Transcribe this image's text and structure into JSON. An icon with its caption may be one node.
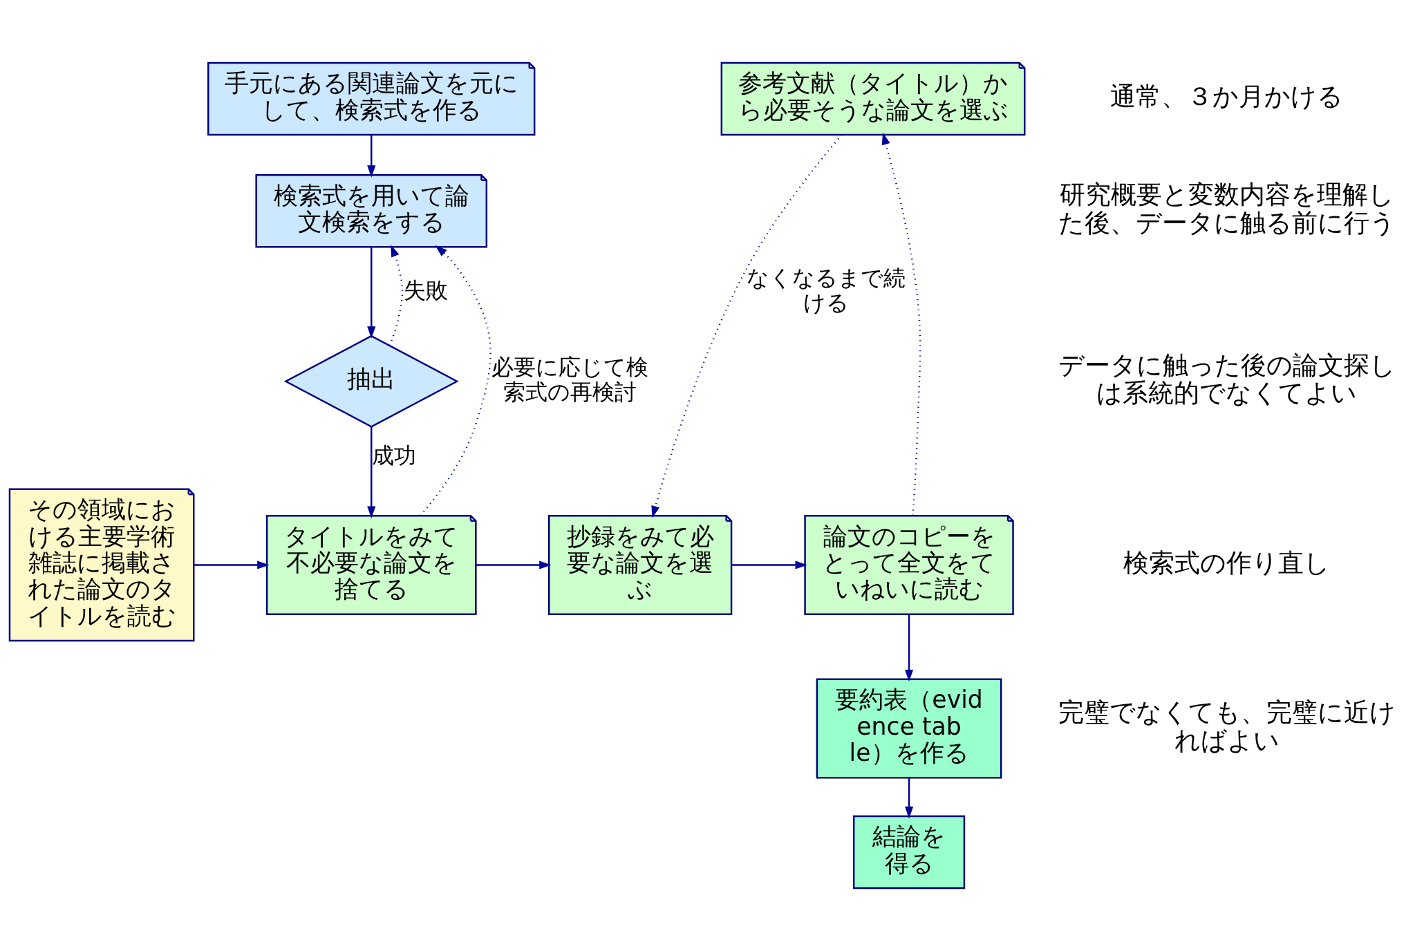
{
  "diagram": {
    "nodes": [
      {
        "text": [
          "手元にある関連論文を元にして、検索式を作る"
        ]
      },
      {
        "text": [
          "検索式を用いて論文検索をする"
        ]
      },
      {
        "text": [
          "抽出"
        ]
      },
      {
        "text": [
          "その領域における主要学術雑誌に掲載された論文のタイトルを読む"
        ]
      },
      {
        "text": [
          "タイトルをみて不必要な論文を捨てる"
        ]
      },
      {
        "text": [
          "抄録をみて必要な論文を選ぶ"
        ]
      },
      {
        "text": [
          "参考文献（タイトル）から必要そうな論文を選ぶ"
        ]
      },
      {
        "text": [
          "論文のコピーをとって全文をていねいに読む"
        ]
      },
      {
        "text": [
          "要約表（evidence table）を作る"
        ]
      },
      {
        "text": [
          "結論を得る"
        ]
      }
    ],
    "edges": [
      {
        "from": 0,
        "to": 1,
        "arrow": "to"
      },
      {
        "from": 1,
        "to": 2,
        "arrow": "to"
      },
      {
        "from": 2,
        "to": 1,
        "arrow": "to",
        "style": "dashed",
        "label": "失敗"
      },
      {
        "from": 4,
        "to": 1,
        "arrow": "to",
        "style": "dashed",
        "label": "必要に応じて検索式の再検討"
      },
      {
        "from": 2,
        "to": 4,
        "arrow": "to",
        "label": "成功"
      },
      {
        "from": 3,
        "to": 4,
        "arrow": "to"
      },
      {
        "from": 4,
        "to": 5,
        "arrow": "to"
      },
      {
        "from": 5,
        "to": 7,
        "arrow": "to"
      },
      {
        "from": 7,
        "to": 6,
        "arrow": "to",
        "style": "dashed"
      },
      {
        "from": 6,
        "to": 5,
        "arrow": "to",
        "style": "dashed",
        "label": "なくなるまで続ける"
      },
      {
        "from": 7,
        "to": 8,
        "arrow": "to"
      },
      {
        "from": 8,
        "to": 9,
        "arrow": "to"
      }
    ],
    "labels": [
      "通常、３か月かける",
      "研究概要と変数内容を理解した後、データに触る前に行う",
      "データに触った後の論文探しは系統的でなくてよい",
      "検索式の作り直し",
      "完璧でなくても、完璧に近ければよい"
    ]
  }
}
